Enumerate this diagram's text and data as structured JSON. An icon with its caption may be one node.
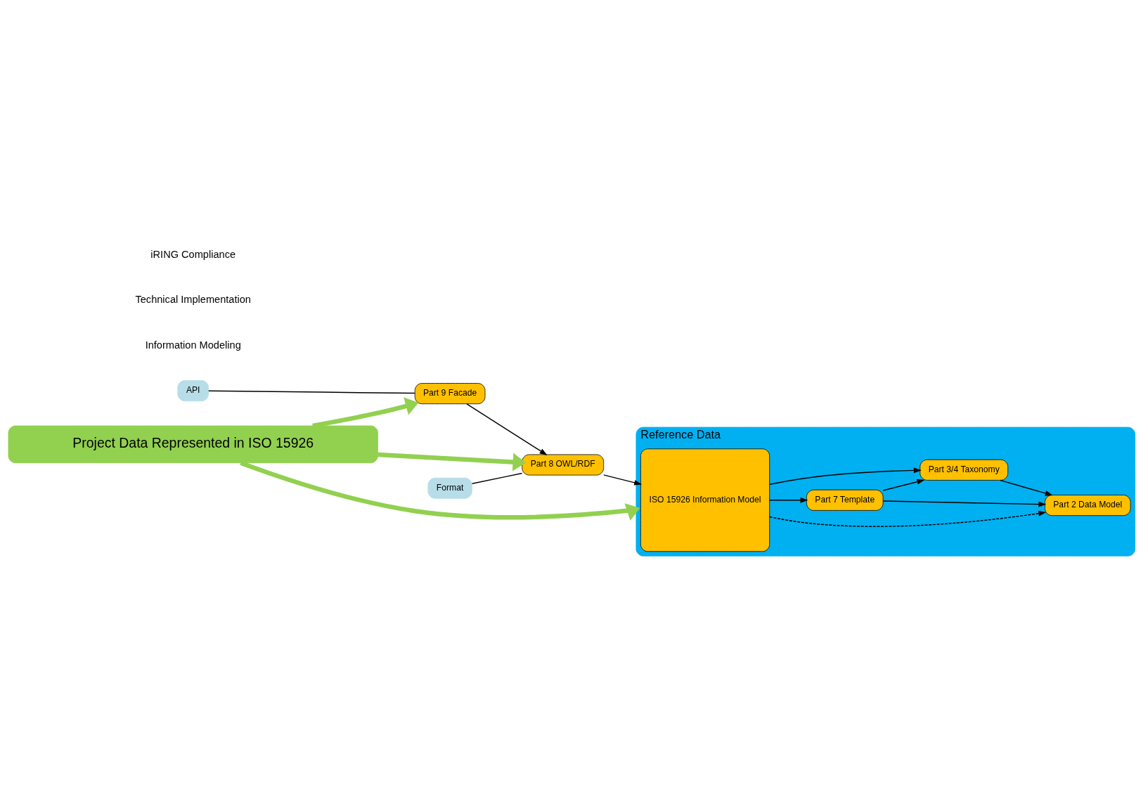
{
  "diagram": {
    "nodes": [
      {
        "text": [
          "Reference Data"
        ]
      },
      {
        "text": [
          "Part 7 Template"
        ],
        "in": 0
      },
      {
        "text": [
          "Part 2 Data Model"
        ],
        "in": 0
      },
      {
        "text": [
          "Part 3/4 Taxonomy"
        ],
        "in": 0
      },
      {
        "text": [
          "ISO 15926 Information Model"
        ],
        "in": 0
      },
      {
        "text": [
          "Part 8 OWL/RDF"
        ]
      },
      {
        "text": [
          "Part 9 Facade"
        ]
      },
      {
        "text": [
          "Format"
        ]
      },
      {
        "text": [
          "API"
        ]
      },
      {
        "text": [
          "Project Data Represented in ISO 15926"
        ]
      }
    ],
    "edges": [
      {
        "from": 4,
        "to": 1,
        "arrow": "to"
      },
      {
        "from": 4,
        "to": 3,
        "arrow": "to"
      },
      {
        "from": 1,
        "to": 2,
        "arrow": "to"
      },
      {
        "from": 1,
        "to": 3,
        "arrow": "to"
      },
      {
        "from": 3,
        "to": 2,
        "arrow": "to"
      },
      {
        "from": 4,
        "to": 2,
        "arrow": "to",
        "style": "dashed"
      },
      {
        "from": 5,
        "to": 4,
        "arrow": "to"
      },
      {
        "from": 6,
        "to": 5,
        "arrow": "to"
      },
      {
        "from": 7,
        "to": 5,
        "arrow": "none"
      },
      {
        "from": 8,
        "to": 6,
        "arrow": "none"
      },
      {
        "from": 9,
        "to": 0,
        "arrow": "to",
        "style": "thick",
        "color": "#92d050"
      },
      {
        "from": 9,
        "to": 5,
        "arrow": "to",
        "style": "thick",
        "color": "#92d050"
      },
      {
        "from": 9,
        "to": 6,
        "arrow": "to",
        "style": "thick",
        "color": "#92d050"
      }
    ],
    "labels": [
      "Information Modeling",
      "Technical Implementation",
      "iRING Compliance"
    ]
  }
}
